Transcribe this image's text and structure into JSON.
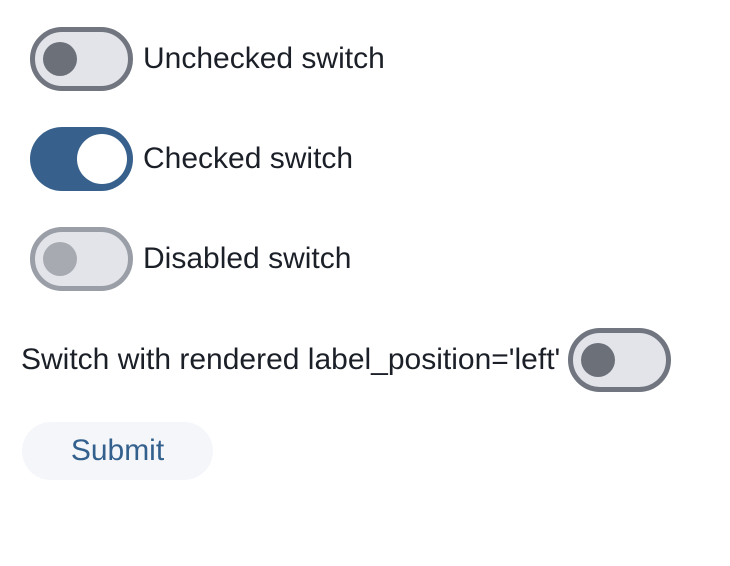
{
  "colors": {
    "accent_track_on": "#37618c",
    "track_off_fill": "#e3e4e9",
    "track_off_border": "#70757f",
    "thumb_off": "#6b7079",
    "track_disabled_border": "#9a9ea7",
    "thumb_disabled": "#a7aab1",
    "thumb_on": "#ffffff",
    "label_text": "#1b1f27",
    "submit_bg": "#f4f6fa",
    "submit_text": "#33608d",
    "page_bg": "#ffffff"
  },
  "switches": [
    {
      "label": "Unchecked switch",
      "state": "unchecked",
      "label_position": "right"
    },
    {
      "label": "Checked switch",
      "state": "checked",
      "label_position": "right"
    },
    {
      "label": "Disabled switch",
      "state": "disabled",
      "label_position": "right"
    },
    {
      "label": "Switch with rendered label_position='left'",
      "state": "unchecked",
      "label_position": "left"
    }
  ],
  "submit_button": {
    "label": "Submit"
  }
}
